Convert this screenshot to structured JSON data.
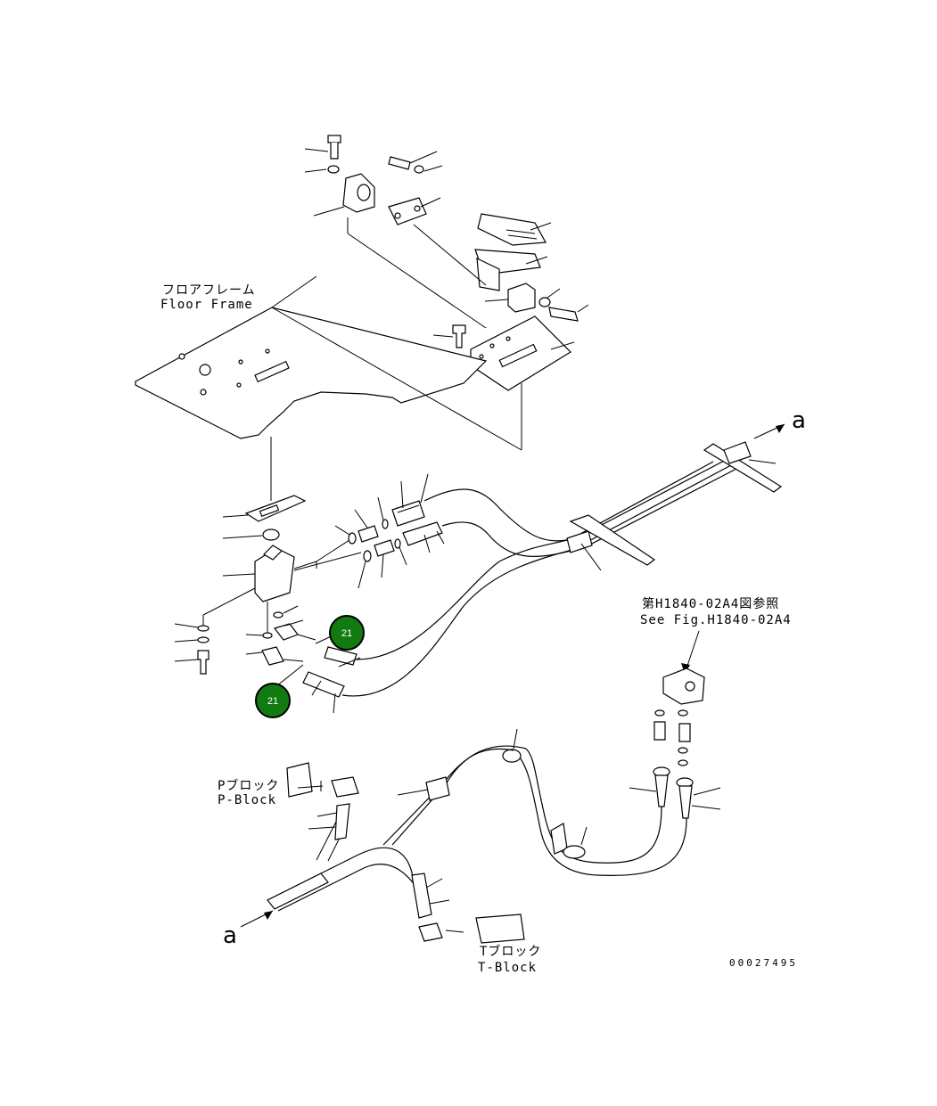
{
  "labels": {
    "floor_frame_jp": "フロアフレーム",
    "floor_frame_en": "Floor Frame",
    "see_fig_jp": "第H1840-02A4図参照",
    "see_fig_en": "See Fig.H1840-02A4",
    "p_block_jp": "Pブロック",
    "p_block_en": "P-Block",
    "t_block_jp": "Tブロック",
    "t_block_en": "T-Block",
    "arrow_a_top": "a",
    "arrow_a_bottom": "a",
    "drawing_number": "00027495"
  },
  "callouts": [
    {
      "id": "callout-21-upper",
      "text": "21"
    },
    {
      "id": "callout-21-lower",
      "text": "21"
    }
  ],
  "colors": {
    "callout_fill": "#117a11",
    "line": "#000000",
    "background": "#ffffff"
  }
}
